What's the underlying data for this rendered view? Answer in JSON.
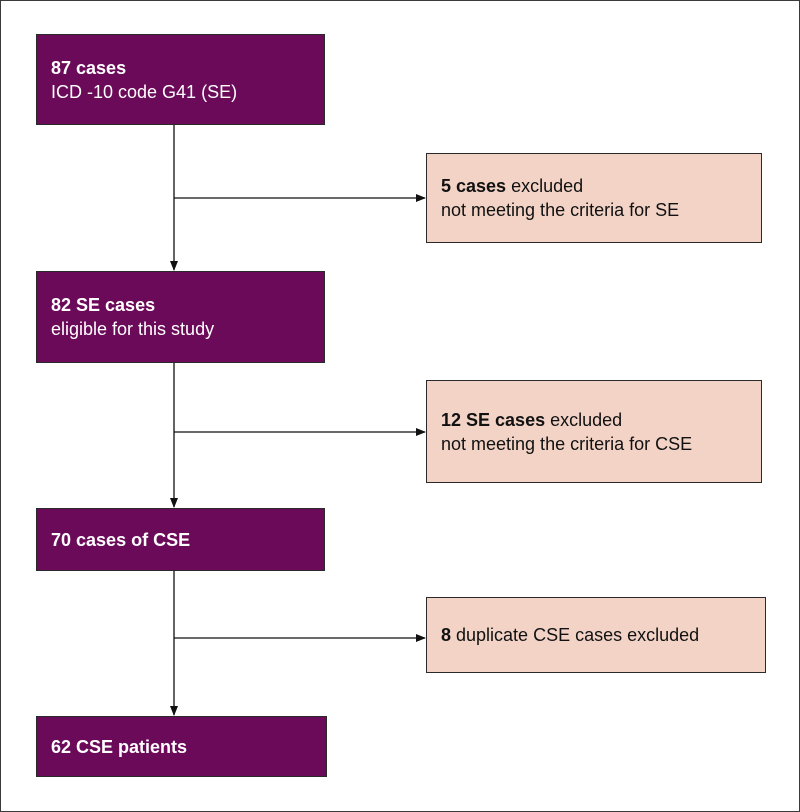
{
  "flow": {
    "step1": {
      "bold": "87 cases",
      "line2": "ICD -10 code G41 (SE)"
    },
    "step2": {
      "bold": "82 SE cases",
      "line2": "eligible for this study"
    },
    "step3": {
      "bold": "70 cases of CSE"
    },
    "step4": {
      "bold": "62 CSE patients"
    }
  },
  "exclusions": {
    "excl1": {
      "bold": "5 cases",
      "rest": " excluded",
      "line2": "not meeting the criteria for SE"
    },
    "excl2": {
      "bold": "12 SE cases",
      "rest": " excluded",
      "line2": "not meeting the criteria for CSE"
    },
    "excl3": {
      "bold": "8",
      "rest": " duplicate CSE cases excluded"
    }
  },
  "colors": {
    "main_box": "#6c0a5a",
    "exclusion_box": "#f2d3c6",
    "line": "#111111"
  }
}
